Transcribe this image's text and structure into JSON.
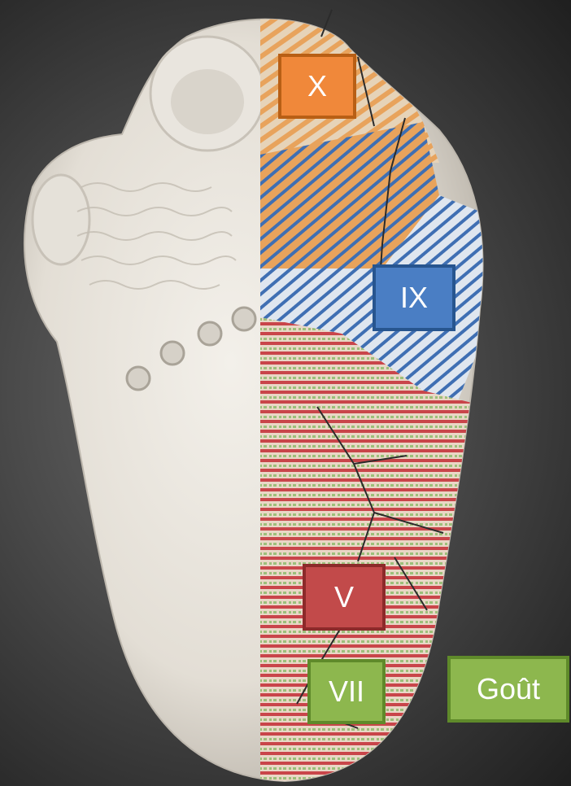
{
  "diagram": {
    "labels": [
      {
        "key": "x",
        "text": "X",
        "fill": "#f0883a",
        "border": "#b85f15"
      },
      {
        "key": "ix",
        "text": "IX",
        "fill": "#4a7ec4",
        "border": "#27558f"
      },
      {
        "key": "v",
        "text": "V",
        "fill": "#c24a4a",
        "border": "#8c2a2a"
      },
      {
        "key": "vii",
        "text": "VII",
        "fill": "#8db74e",
        "border": "#5f8a2a"
      },
      {
        "key": "gout",
        "text": "Goût",
        "fill": "#8db74e",
        "border": "#5f8a2a"
      }
    ]
  },
  "colors": {
    "tongue": "#ebe7df",
    "tongue_shade": "#cfcac0",
    "hatch_orange": "#e8a35c",
    "hatch_blue": "#3f6fb3",
    "hatch_red": "#c9454a",
    "hatch_green": "#9cbf7a"
  }
}
